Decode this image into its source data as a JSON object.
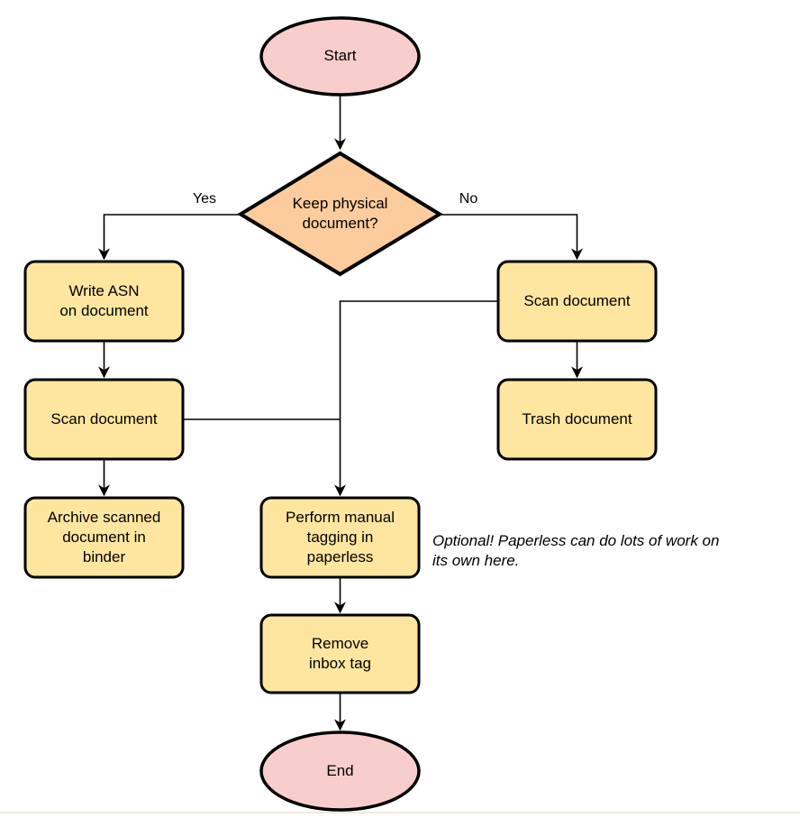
{
  "colors": {
    "terminal_fill": "#f8cecc",
    "decision_fill": "#fccc9d",
    "process_fill": "#ffe6a0",
    "shape_stroke": "#000000",
    "edge_stroke": "#000000"
  },
  "nodes": {
    "start": {
      "label": "Start",
      "type": "terminal"
    },
    "decision": {
      "label": "Keep physical\ndocument?",
      "type": "decision"
    },
    "write_asn": {
      "label": "Write ASN\non document",
      "type": "process"
    },
    "scan_left": {
      "label": "Scan document",
      "type": "process"
    },
    "archive": {
      "label": "Archive scanned\ndocument in\nbinder",
      "type": "process"
    },
    "scan_right": {
      "label": "Scan document",
      "type": "process"
    },
    "trash": {
      "label": "Trash document",
      "type": "process"
    },
    "tagging": {
      "label": "Perform manual\ntagging in\npaperless",
      "type": "process"
    },
    "remove_inbox": {
      "label": "Remove\ninbox tag",
      "type": "process"
    },
    "end": {
      "label": "End",
      "type": "terminal"
    }
  },
  "edge_labels": {
    "yes": "Yes",
    "no": "No"
  },
  "note": {
    "text": "Optional! Paperless can do lots of work on\nits own here."
  }
}
